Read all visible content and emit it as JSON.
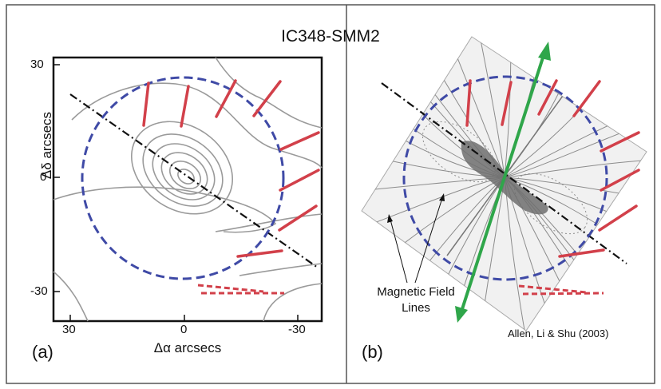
{
  "title": "IC348-SMM2",
  "panel_a": {
    "tag": "(a)",
    "xlabel": "Δα arcsecs",
    "ylabel": "Δδ arcsecs",
    "xticks": [
      "30",
      "0",
      "-30"
    ],
    "yticks": [
      "30",
      "0",
      "-30"
    ]
  },
  "panel_b": {
    "tag": "(b)",
    "annotation": [
      "Magnetic Field",
      "Lines"
    ],
    "reference": "Allen, Li & Shu (2003)"
  },
  "colors": {
    "circle": "#3f4aa6",
    "vectors": "#d2404a",
    "field_axis": "#2fa64a",
    "contours": "#9a9a9a"
  }
}
